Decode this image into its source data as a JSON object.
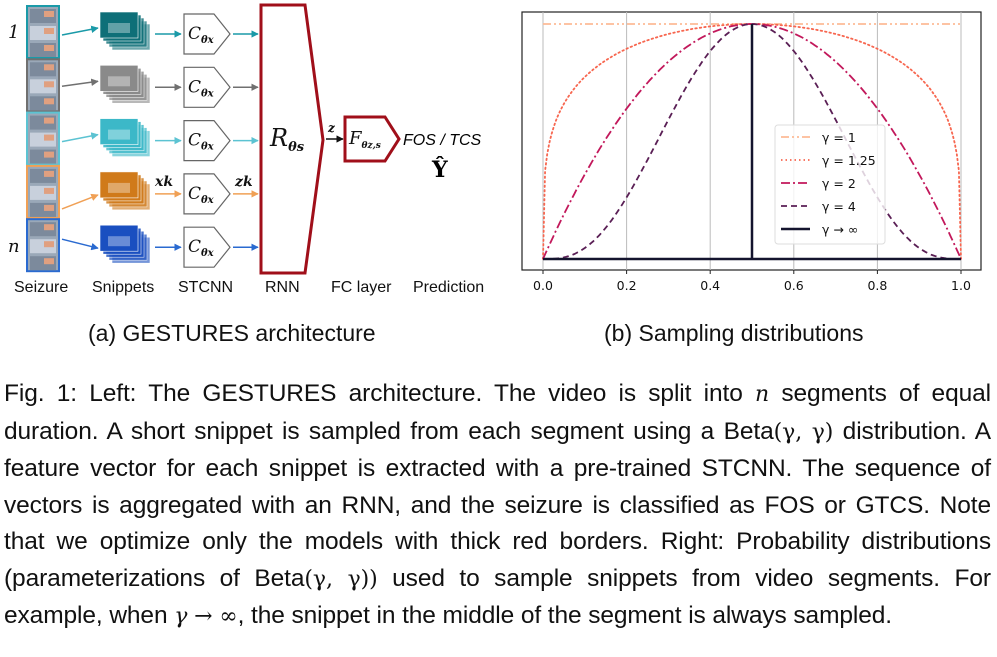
{
  "left_figure": {
    "row_labels": {
      "first": "1",
      "last": "n"
    },
    "rows": [
      {
        "color": "#1a9aa8",
        "snippet_color": "#0e6f78"
      },
      {
        "color": "#707070",
        "snippet_color": "#8a8a8a"
      },
      {
        "color": "#5cc3d2",
        "snippet_color": "#3cb8c8"
      },
      {
        "color": "#f0a055",
        "snippet_color": "#d07a1a"
      },
      {
        "color": "#2a6ad0",
        "snippet_color": "#1a4fc0"
      }
    ],
    "stcnn_symbol": "C",
    "stcnn_sub": "θx",
    "xk_label": "xk",
    "zk_label": "zk",
    "rnn_symbol": "R",
    "rnn_sub": "θs",
    "z_label": "z",
    "fc_symbol": "F",
    "fc_sub": "θz,s",
    "prediction_text": "FOS / TCS",
    "yhat": "Ŷ",
    "stage_labels": [
      "Seizure",
      "Snippets",
      "STCNN",
      "RNN",
      "FC layer",
      "Prediction"
    ],
    "trainable_color": "#a00f1a",
    "subcaption": "(a) GESTURES architecture"
  },
  "chart_data": {
    "type": "line",
    "title": "",
    "xlabel": "",
    "ylabel": "",
    "xlim": [
      -0.05,
      1.05
    ],
    "ylim": [
      -0.05,
      1.05
    ],
    "xticks": [
      "0.0",
      "0.2",
      "0.4",
      "0.6",
      "0.8",
      "1.0"
    ],
    "grid": "vertical",
    "legend_position": "center-right",
    "x": [
      0,
      0.1,
      0.2,
      0.3,
      0.4,
      0.5,
      0.6,
      0.7,
      0.8,
      0.9,
      1.0
    ],
    "series": [
      {
        "name": "γ = 1",
        "gamma": 1,
        "color": "#fdbb96",
        "style": "dashdotdot",
        "values": [
          1,
          1,
          1,
          1,
          1,
          1,
          1,
          1,
          1,
          1,
          1
        ]
      },
      {
        "name": "γ = 1.25",
        "gamma": 1.25,
        "color": "#f7664f",
        "style": "dotted",
        "values": [
          0,
          0.775,
          0.894,
          0.957,
          0.99,
          1,
          0.99,
          0.957,
          0.894,
          0.775,
          0
        ]
      },
      {
        "name": "γ = 2",
        "gamma": 2,
        "color": "#c2185b",
        "style": "dashdot",
        "values": [
          0,
          0.36,
          0.64,
          0.84,
          0.96,
          1,
          0.96,
          0.84,
          0.64,
          0.36,
          0
        ]
      },
      {
        "name": "γ = 4",
        "gamma": 4,
        "color": "#5a1f55",
        "style": "dashed",
        "values": [
          0,
          0.047,
          0.262,
          0.593,
          0.885,
          1,
          0.885,
          0.593,
          0.262,
          0.047,
          0
        ]
      },
      {
        "name": "γ → ∞",
        "gamma": "inf",
        "color": "#14142e",
        "style": "solid",
        "values": [
          0,
          0,
          0,
          0,
          0,
          1,
          0,
          0,
          0,
          0,
          0
        ]
      }
    ],
    "subcaption": "(b) Sampling distributions"
  },
  "caption": {
    "p1": "Fig. 1: Left: The GESTURES architecture. The video is split into ",
    "n": "n",
    "p2": " segments of equal duration. A short snippet is sampled from each segment using a Beta",
    "beta1": "(γ, γ)",
    "p3": " distribution. A feature vector for each snippet is extracted with a pre-trained STCNN. The sequence of vectors is aggregated with an RNN, and the seizure is classified as FOS or GTCS. Note that we optimize only the models with thick red borders. Right: Probability distributions (parameterizations of Beta",
    "beta2": "(γ, γ))",
    "p4": " used to sample snippets from video segments. For example, when ",
    "limit": "γ → ∞",
    "p5": ", the snippet in the middle of the segment is always sampled."
  }
}
